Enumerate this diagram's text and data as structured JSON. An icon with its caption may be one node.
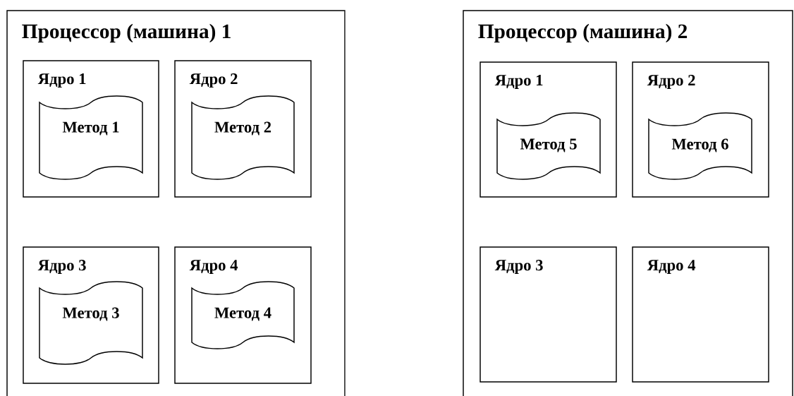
{
  "diagram": {
    "nodes": [
      {
        "text": [
          "Процессор (машина) 1"
        ]
      },
      {
        "text": [
          "Ядро 1"
        ],
        "in": 0
      },
      {
        "text": [
          "Метод 1"
        ],
        "in": 1
      },
      {
        "text": [
          "Ядро 2"
        ],
        "in": 0
      },
      {
        "text": [
          "Метод 2"
        ],
        "in": 3
      },
      {
        "text": [
          "Ядро 3"
        ],
        "in": 0
      },
      {
        "text": [
          "Метод 3"
        ],
        "in": 5
      },
      {
        "text": [
          "Ядро 4"
        ],
        "in": 0
      },
      {
        "text": [
          "Метод 4"
        ],
        "in": 7
      },
      {
        "text": [
          "Процессор (машина) 2"
        ]
      },
      {
        "text": [
          "Ядро 1"
        ],
        "in": 9
      },
      {
        "text": [
          "Метод 5"
        ],
        "in": 10
      },
      {
        "text": [
          "Ядро 2"
        ],
        "in": 9
      },
      {
        "text": [
          "Метод 6"
        ],
        "in": 12
      },
      {
        "text": [
          "Ядро 3"
        ],
        "in": 9
      },
      {
        "text": [
          "Ядро 4"
        ],
        "in": 9
      }
    ]
  }
}
